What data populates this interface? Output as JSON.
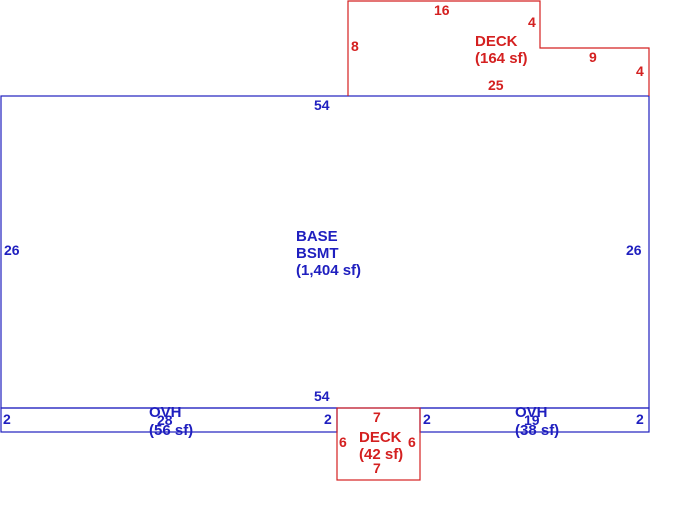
{
  "colors": {
    "base": "#1f1fbf",
    "deck": "#d42020",
    "background": "#ffffff"
  },
  "base": {
    "name": "BASE",
    "sub": "BSMT",
    "area": "(1,404 sf)",
    "dims": {
      "top": "54",
      "bottom": "54",
      "left": "26",
      "right": "26"
    }
  },
  "deck_top": {
    "name": "DECK",
    "area": "(164 sf)",
    "dims": {
      "top": "16",
      "step": "4",
      "step_run": "9",
      "right": "4",
      "left": "8",
      "bottom": "25"
    }
  },
  "ovh_left": {
    "name": "OVH",
    "overlap": "28",
    "area": "(56 sf)",
    "dims": {
      "left": "2",
      "right": "2"
    }
  },
  "ovh_right": {
    "name": "OVH",
    "overlap": "19",
    "area": "(38 sf)",
    "dims": {
      "left": "2",
      "right": "2"
    }
  },
  "deck_bottom": {
    "name": "DECK",
    "area": "(42 sf)",
    "dims": {
      "top": "7",
      "bottom": "7",
      "left": "6",
      "right": "6"
    }
  }
}
